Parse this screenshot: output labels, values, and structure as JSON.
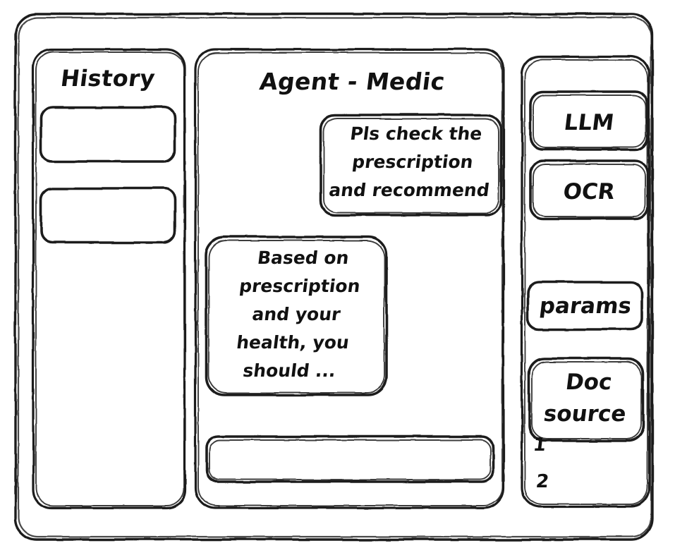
{
  "app": {
    "background_color": "#ffffff",
    "stroke_color": "#1b1b1b",
    "style": "hand-drawn wireframe sketch"
  },
  "sidebar_left": {
    "title": "History",
    "items": [
      {
        "label": "",
        "name": "history-item-1"
      },
      {
        "label": "",
        "name": "history-item-2"
      }
    ]
  },
  "main": {
    "title": "Agent - Medic",
    "messages": [
      {
        "role": "user",
        "text": "Pls check the\nprescription\nand recommend"
      },
      {
        "role": "assistant",
        "text": "Based on\nprescription\nand your\nhealth, you\nshould ..."
      }
    ],
    "composer": {
      "value": "",
      "placeholder": ""
    }
  },
  "sidebar_right": {
    "tools": [
      {
        "label": "LLM",
        "name": "llm-button"
      },
      {
        "label": "OCR",
        "name": "ocr-button"
      },
      {
        "label": "params",
        "name": "params-button"
      }
    ],
    "doc_source": {
      "label": "Doc\nsource",
      "items": [
        "1",
        "2"
      ]
    }
  }
}
